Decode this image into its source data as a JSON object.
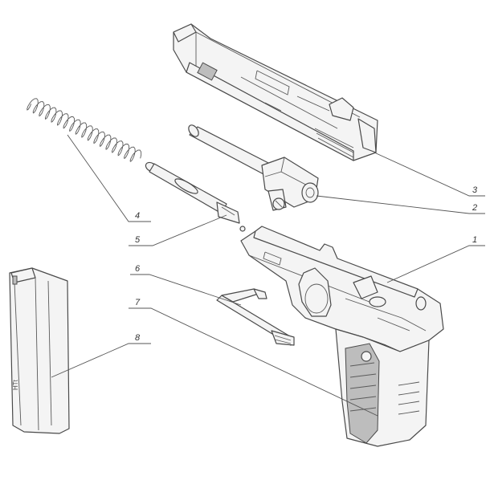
{
  "callouts": {
    "c1": "1",
    "c2": "2",
    "c3": "3",
    "c4": "4",
    "c5": "5",
    "c6": "6",
    "c7": "7",
    "c8": "8"
  },
  "magazine_marking": "HTt",
  "colors": {
    "line": "#4a4a4a",
    "fill": "#f4f4f4",
    "shade": "#bdbdbd",
    "background": "#ffffff"
  }
}
